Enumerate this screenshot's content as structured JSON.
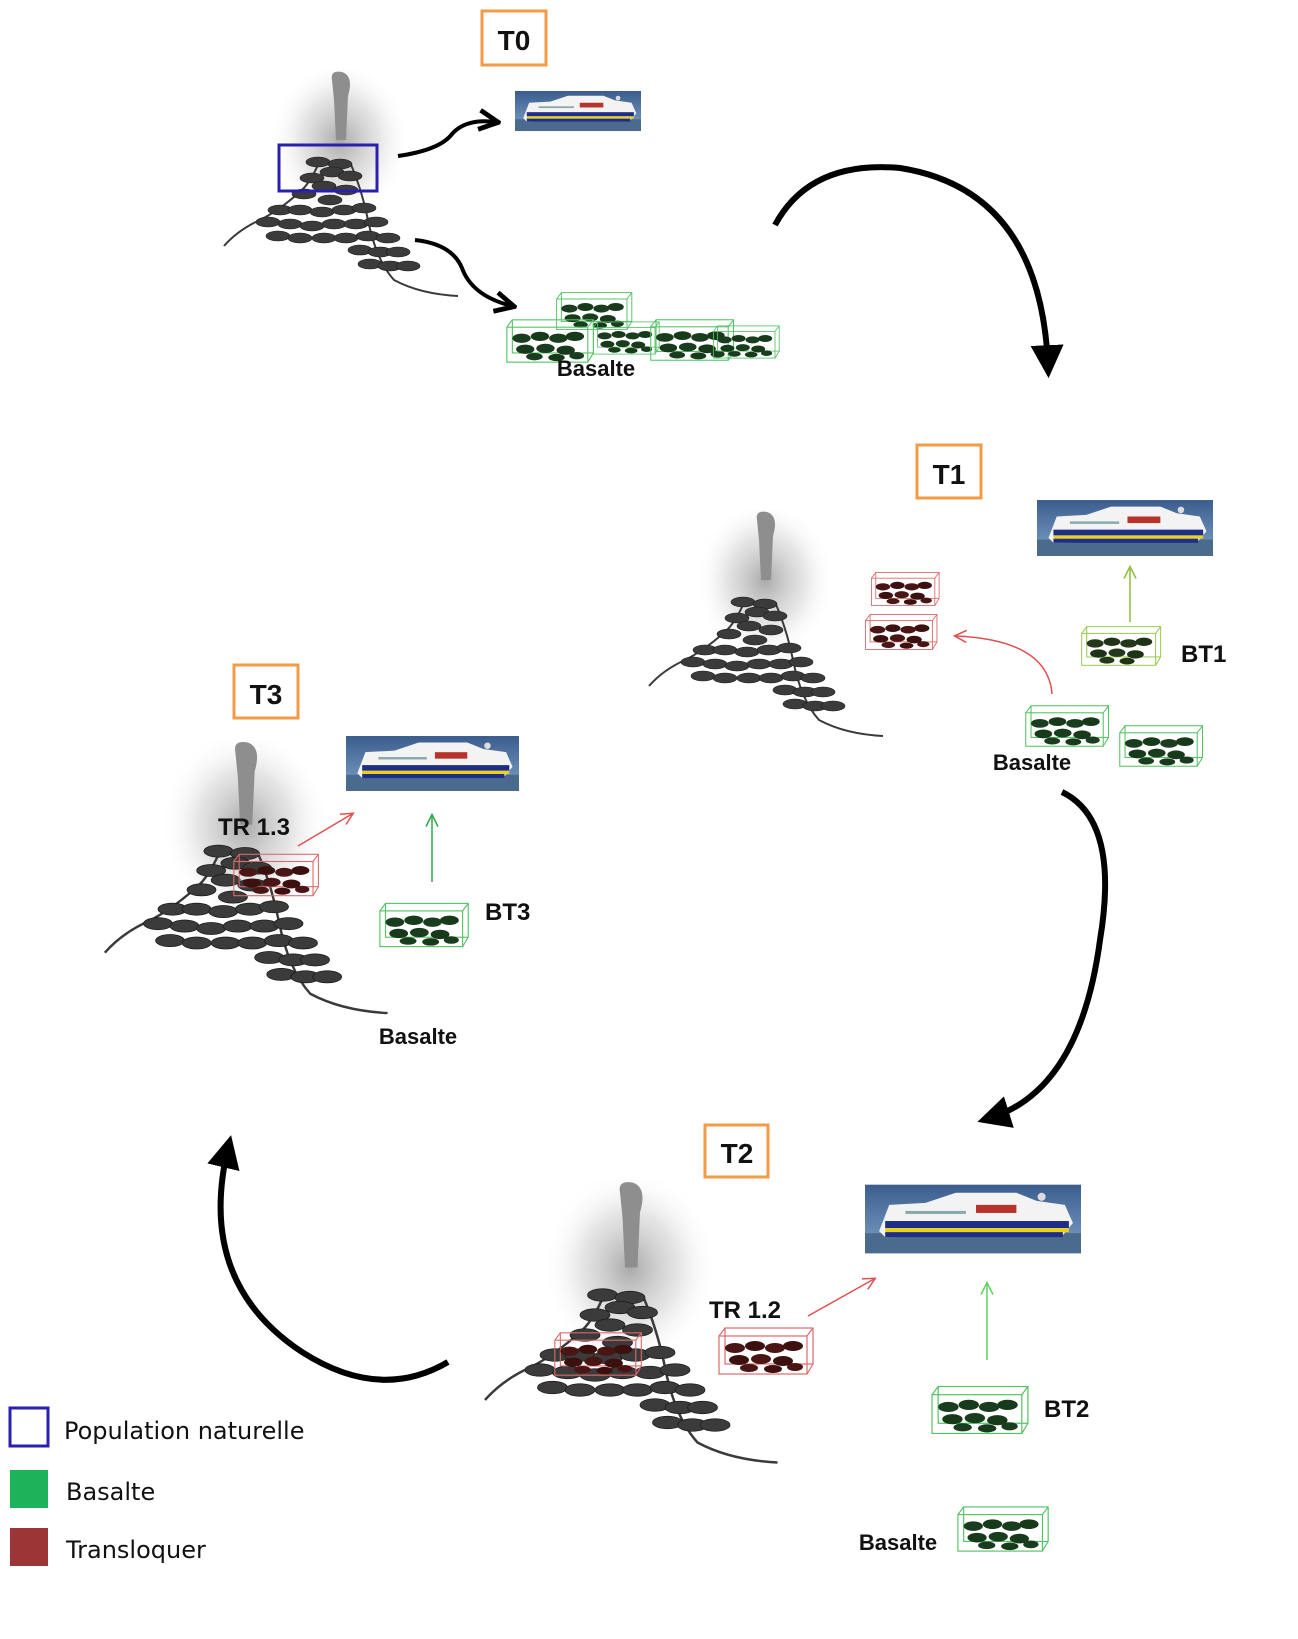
{
  "stages": [
    {
      "id": "t0",
      "label": "T0",
      "labels": [
        "Basalte"
      ]
    },
    {
      "id": "t1",
      "label": "T1",
      "labels": [
        "BT1",
        "Basalte"
      ]
    },
    {
      "id": "t2",
      "label": "T2",
      "labels": [
        "TR 1.2",
        "BT2",
        "Basalte"
      ]
    },
    {
      "id": "t3",
      "label": "T3",
      "labels": [
        "TR 1.3",
        "BT3",
        "Basalte"
      ]
    }
  ],
  "legend": [
    {
      "label": "Population naturelle",
      "color": "#2b1fb0",
      "style": "outline"
    },
    {
      "label": "Basalte",
      "color": "#1db35a",
      "style": "fill"
    },
    {
      "label": "Transloquer",
      "color": "#9c3535",
      "style": "fill"
    }
  ],
  "colors": {
    "stage_box": "#f39a44",
    "basalte": "#2fa84a",
    "transloquer": "#b04545",
    "natural_population": "#2b1fb0",
    "cycle_arrow": "#000000"
  },
  "icons": {
    "ship": "ship-photo-icon",
    "vent": "hydrothermal-vent-icon",
    "mussels": "mussel-cluster-icon"
  }
}
